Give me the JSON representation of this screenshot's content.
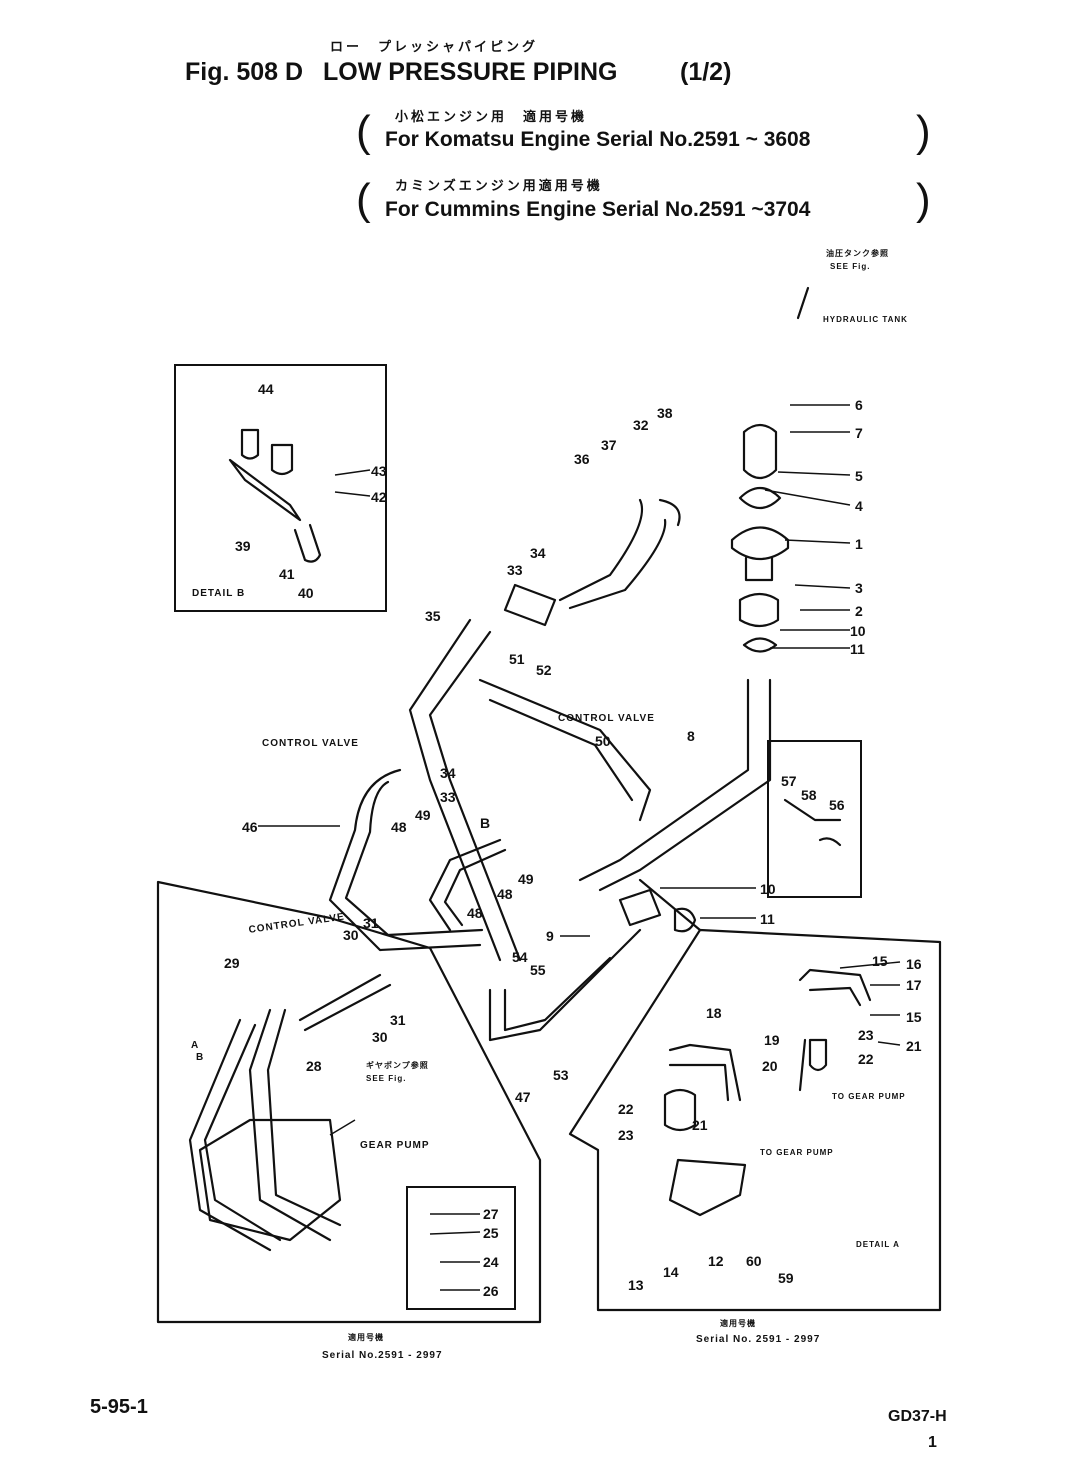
{
  "header": {
    "jp_title": "ロー　プレッシャパイピング",
    "fig_label": "Fig. 508 D",
    "title": "LOW PRESSURE PIPING",
    "page_part": "(1/2)",
    "jp_komatsu": "小松エンジン用　適用号機",
    "komatsu_line": "For Komatsu Engine Serial No.2591 ~ 3608",
    "jp_cummins": "カミンズエンジン用適用号機",
    "cummins_line": "For Cummins Engine Serial No.2591 ~3704"
  },
  "notes": {
    "see_fig_jp": "油圧タンク参照",
    "see_fig": "SEE Fig.",
    "hydraulic_tank": "HYDRAULIC TANK",
    "control_valve_left": "CONTROL VALVE",
    "control_valve_right": "CONTROL VALVE",
    "control_valve_detail": "CONTROL VALVE",
    "gear_pump": "GEAR PUMP",
    "see_fig_ref_jp": "ギヤポンプ参照",
    "see_fig_ref": "SEE Fig.",
    "to_gear_pump_1": "TO GEAR PUMP",
    "to_gear_pump_2": "TO GEAR PUMP",
    "detail_a": "DETAIL A",
    "detail_b": "DETAIL B",
    "mark_a": "A",
    "mark_b": "B"
  },
  "captions": {
    "left_jp": "適用号機",
    "left_serial": "Serial No.2591 - 2997",
    "right_jp": "適用号機",
    "right_serial": "Serial No. 2591 - 2997"
  },
  "footer": {
    "page_number": "5-95-1",
    "model": "GD37-H",
    "sheet": "1"
  },
  "callouts": {
    "n1": "1",
    "n2": "2",
    "n3": "3",
    "n4": "4",
    "n5": "5",
    "n6": "6",
    "n7": "7",
    "n8": "8",
    "n9": "9",
    "n10a": "10",
    "n10b": "10",
    "n11a": "11",
    "n11b": "11",
    "n12": "12",
    "n13": "13",
    "n14": "14",
    "n15a": "15",
    "n15b": "15",
    "n16": "16",
    "n17": "17",
    "n18": "18",
    "n19": "19",
    "n20": "20",
    "n21a": "21",
    "n21b": "21",
    "n22a": "22",
    "n22b": "22",
    "n23a": "23",
    "n23b": "23",
    "n24": "24",
    "n25": "25",
    "n26": "26",
    "n27": "27",
    "n28": "28",
    "n29": "29",
    "n30a": "30",
    "n30b": "30",
    "n31a": "31",
    "n31b": "31",
    "n32": "32",
    "n33a": "33",
    "n33b": "33",
    "n34a": "34",
    "n34b": "34",
    "n35": "35",
    "n36": "36",
    "n37": "37",
    "n38": "38",
    "n39": "39",
    "n40": "40",
    "n41": "41",
    "n42": "42",
    "n43": "43",
    "n44": "44",
    "n46": "46",
    "n47": "47",
    "n48a": "48",
    "n48b": "48",
    "n48c": "48",
    "n49a": "49",
    "n49b": "49",
    "n50": "50",
    "n51": "51",
    "n52": "52",
    "n53": "53",
    "n54": "54",
    "n55": "55",
    "n56": "56",
    "n57": "57",
    "n58": "58",
    "n59": "59",
    "n60": "60",
    "nB": "B"
  }
}
